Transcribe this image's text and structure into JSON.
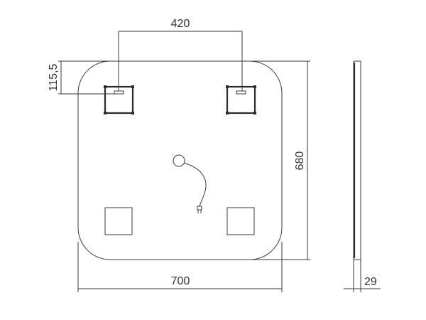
{
  "dimensions": {
    "bracket_spacing": "420",
    "top_offset": "115,5",
    "height": "680",
    "width": "700",
    "depth": "29"
  },
  "colors": {
    "line": "#3a3a3a",
    "background": "#ffffff"
  }
}
